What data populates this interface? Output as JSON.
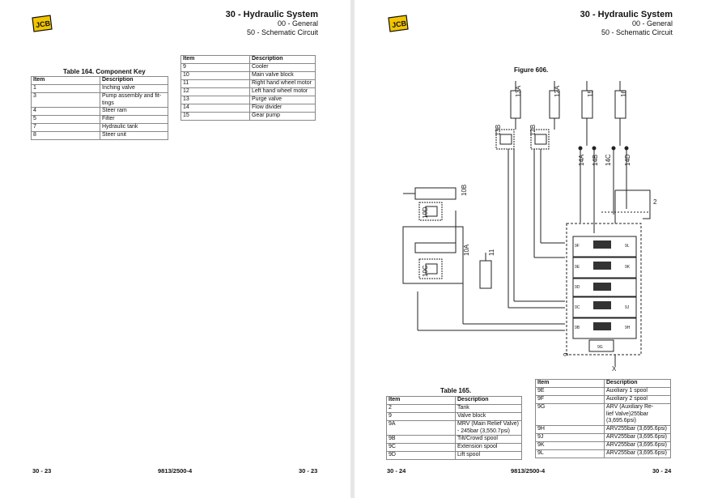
{
  "left": {
    "header": {
      "title": "30 - Hydraulic System",
      "sub1": "00 - General",
      "sub2": "50 - Schematic Circuit"
    },
    "logo_text": "JCB",
    "table164": {
      "caption": "Table 164. Component Key",
      "headers": [
        "Item",
        "Description"
      ],
      "rows": [
        [
          "1",
          "Inching valve"
        ],
        [
          "3",
          "Pump assembly and fit-\ntings"
        ],
        [
          "4",
          "Steer ram"
        ],
        [
          "5",
          "Filter"
        ],
        [
          "7",
          "Hydraulic tank"
        ],
        [
          "8",
          "Steer unit"
        ]
      ]
    },
    "table_cont": {
      "headers": [
        "Item",
        "Description"
      ],
      "rows": [
        [
          "9",
          "Cooler"
        ],
        [
          "10",
          "Main valve block"
        ],
        [
          "11",
          "Right hand wheel motor"
        ],
        [
          "12",
          "Left hand wheel motor"
        ],
        [
          "13",
          "Purge valve"
        ],
        [
          "14",
          "Flow divider"
        ],
        [
          "15",
          "Gear pump"
        ]
      ]
    },
    "footer": {
      "left": "30 - 23",
      "center": "9813/2500-4",
      "right": "30 - 23"
    }
  },
  "right": {
    "header": {
      "title": "30 - Hydraulic System",
      "sub1": "00 - General",
      "sub2": "50 - Schematic Circuit"
    },
    "logo_text": "JCB",
    "figure": {
      "caption": "Figure 606.",
      "labels": [
        "13A",
        "12A",
        "15",
        "16",
        "13B",
        "12B",
        "14A",
        "14B",
        "14C",
        "14D",
        "10B",
        "10D",
        "10A",
        "11",
        "10C",
        "2",
        "9",
        "X"
      ],
      "valve_labels": [
        "9F",
        "9E",
        "9D",
        "9C",
        "9B",
        "9L",
        "9K",
        "9J",
        "9H",
        "9G"
      ]
    },
    "table165": {
      "caption": "Table 165.",
      "headers": [
        "Item",
        "Description"
      ],
      "rows": [
        [
          "2",
          "Tank"
        ],
        [
          "9",
          "Valve block"
        ],
        [
          "9A",
          "MRV (Main Relief Valve)\n- 245bar (3,550.7psi)"
        ],
        [
          "9B",
          "Tilt/Crowd spool"
        ],
        [
          "9C",
          "Extension spool"
        ],
        [
          "9D",
          "Lift spool"
        ]
      ]
    },
    "table_cont": {
      "headers": [
        "Item",
        "Description"
      ],
      "rows": [
        [
          "9E",
          "Auxiliary 1 spool"
        ],
        [
          "9F",
          "Auxiliary 2 spool"
        ],
        [
          "9G",
          "ARV (Auxiliary Re-\nlief Valve)255bar\n(3,695.6psi)"
        ],
        [
          "9H",
          "ARV255bar (3,695.6psi)"
        ],
        [
          "9J",
          "ARV255bar (3,695.6psi)"
        ],
        [
          "9K",
          "ARV255bar (3,695.6psi)"
        ],
        [
          "9L",
          "ARV255bar (3,695.6psi)"
        ]
      ]
    },
    "footer": {
      "left": "30 - 24",
      "center": "9813/2500-4",
      "right": "30 - 24"
    }
  },
  "colors": {
    "logo_yellow": "#f2c500",
    "logo_black": "#111111",
    "page_bg": "#ffffff",
    "gutter": "#e6e6e6"
  }
}
